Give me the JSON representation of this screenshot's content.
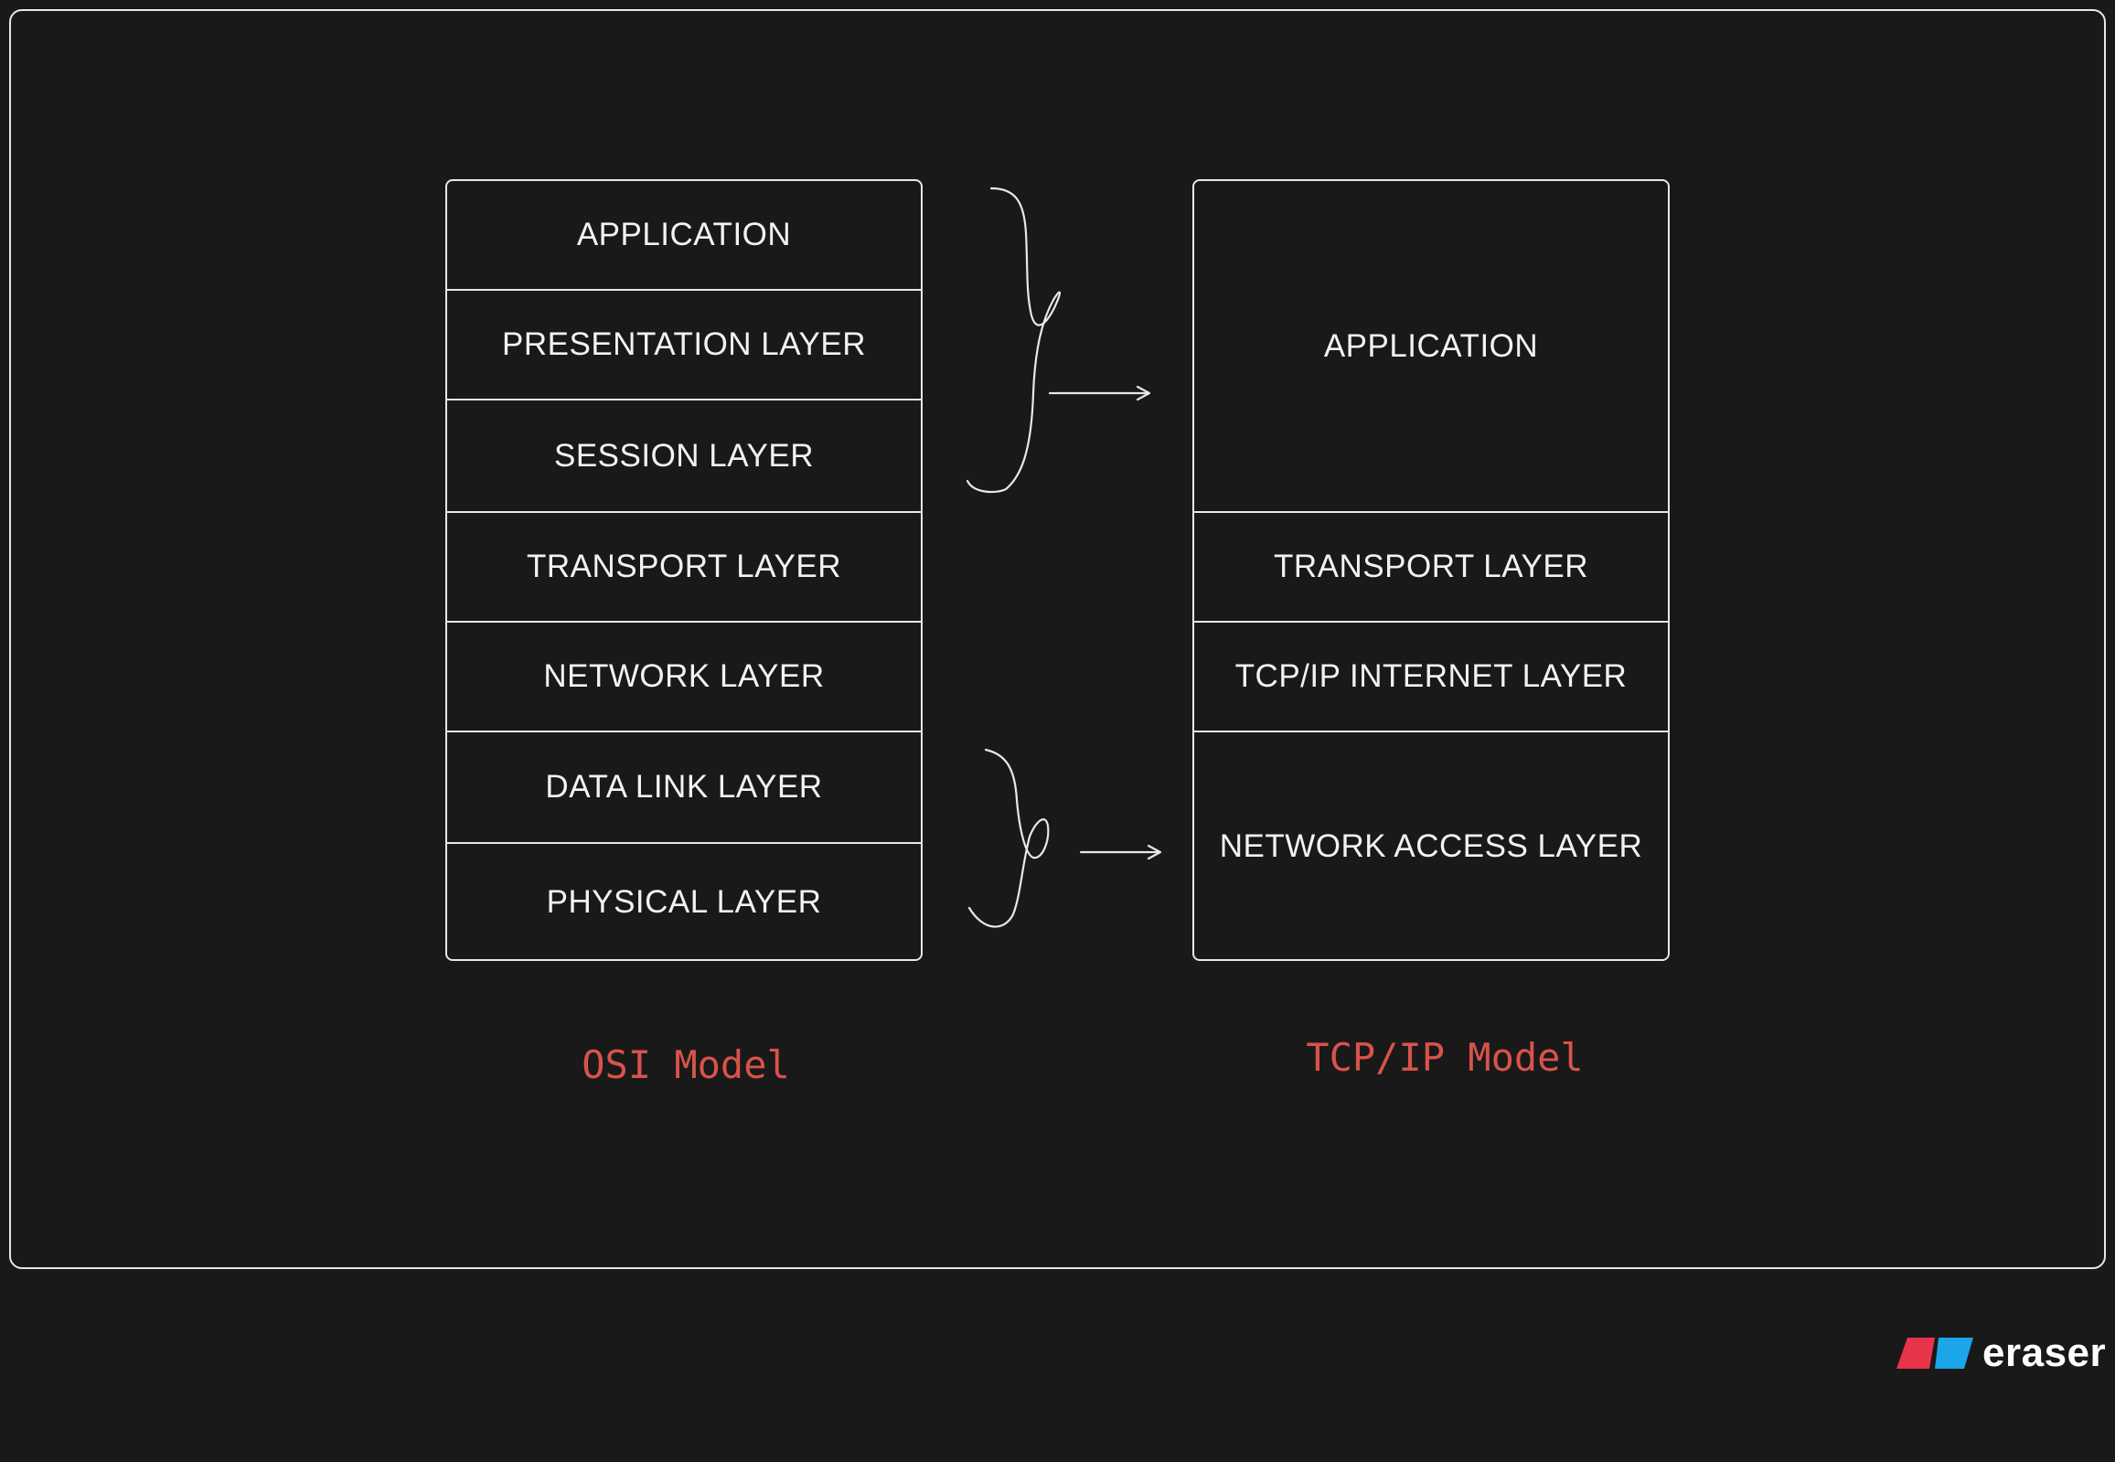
{
  "osi": {
    "caption": "OSI Model",
    "layers": [
      "APPLICATION",
      "PRESENTATION LAYER",
      "SESSION LAYER",
      "TRANSPORT LAYER",
      "NETWORK LAYER",
      "DATA LINK LAYER",
      "PHYSICAL LAYER"
    ]
  },
  "tcp": {
    "caption": "TCP/IP Model",
    "layers": [
      "APPLICATION",
      "TRANSPORT LAYER",
      "TCP/IP INTERNET LAYER",
      "NETWORK ACCESS LAYER"
    ]
  },
  "brand": {
    "name": "eraser",
    "colors": {
      "left": "#e8344a",
      "right": "#1aa6e8"
    }
  },
  "colors": {
    "background": "#19191a",
    "stroke": "#e8e8e8",
    "caption": "#d9534a",
    "text": "#f2f2f2"
  }
}
